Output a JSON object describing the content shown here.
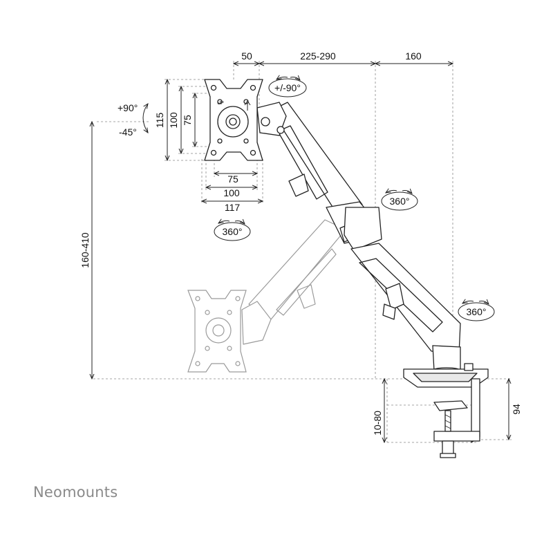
{
  "brand": {
    "name": "Neomounts"
  },
  "dimensions": {
    "top_offset": "50",
    "arm_reach": "225-290",
    "base_depth": "160",
    "total_height": "160-410",
    "vesa_h_outer": "115",
    "vesa_h_mid": "100",
    "vesa_h_inner": "75",
    "vesa_w_inner": "75",
    "vesa_w_mid": "100",
    "vesa_w_outer": "117",
    "clamp_range": "10-80",
    "clamp_height": "94"
  },
  "rotations": {
    "tilt_up": "+90°",
    "tilt_down": "-45°",
    "rotate": "+/-90°",
    "swivel_head": "360°",
    "swivel_elbow": "360°",
    "swivel_base": "360°"
  },
  "plate_mark": "UP",
  "colors": {
    "line": "#222222",
    "dash": "#888888",
    "ghost": "#9a9a9a",
    "brand": "#8a8a8a"
  }
}
